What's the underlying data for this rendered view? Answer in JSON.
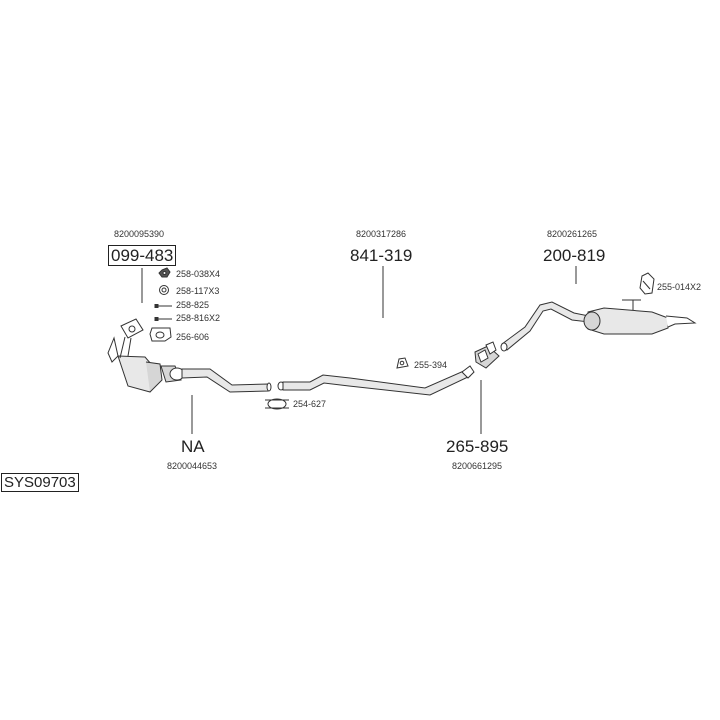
{
  "header_refs": {
    "left_oem": "8200095390",
    "middle_oem": "8200317286",
    "right_oem": "8200261265"
  },
  "part_numbers": {
    "catalyst": "099-483",
    "middle_pipe": "841-319",
    "rear_silencer": "200-819",
    "front_pipe": "NA",
    "center_section": "265-895"
  },
  "footer_refs": {
    "front_pipe_oem": "8200044653",
    "center_section_oem": "8200661295"
  },
  "small_parts": {
    "nut": "258-038X4",
    "washer": "258-117X3",
    "bolt": "258-825",
    "stud": "258-816X2",
    "gasket": "256-606",
    "clamp": "254-627",
    "hanger_middle": "255-394",
    "hanger_rear": "255-014X2"
  },
  "system_code": "SYS09703",
  "colors": {
    "line": "#333333",
    "part_fill": "#e8e8e8",
    "background": "#ffffff"
  }
}
